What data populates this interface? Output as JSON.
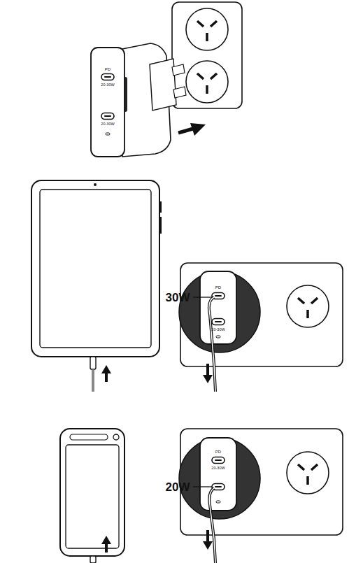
{
  "diagram": {
    "labels": [
      "PD",
      "20-30W",
      "20-30W",
      "PD",
      "20-30W",
      "30W",
      "PD",
      "20-30W",
      "20W"
    ]
  }
}
